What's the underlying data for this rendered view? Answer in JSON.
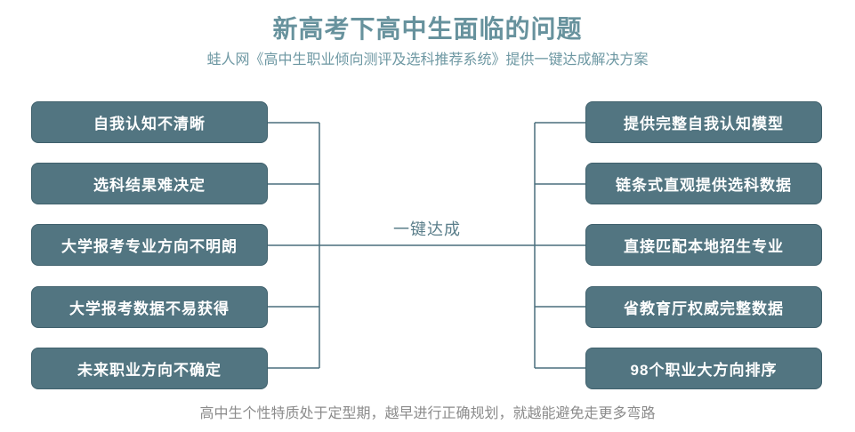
{
  "header": {
    "title": "新高考下高中生面临的问题",
    "subtitle": "蛙人网《高中生职业倾向测评及选科推荐系统》提供一键达成解决方案"
  },
  "diagram": {
    "center_label": "一键达成",
    "problems": [
      "自我认知不清晰",
      "选科结果难决定",
      "大学报考专业方向不明朗",
      "大学报考数据不易获得",
      "未来职业方向不确定"
    ],
    "solutions": [
      "提供完整自我认知模型",
      "链条式直观提供选科数据",
      "直接匹配本地招生专业",
      "省教育厅权威完整数据",
      "98个职业大方向排序"
    ]
  },
  "footer": {
    "note": "高中生个性特质处于定型期，越早进行正确规划，就越能避免走更多弯路"
  },
  "colors": {
    "background": "#ffffff",
    "box_fill": "#527581",
    "box_border": "#3f606c",
    "box_text": "#ffffff",
    "line": "#4a6f7d",
    "title": "#67929d",
    "subtitle": "#6e98a3",
    "center_label": "#5a7e8a",
    "footnote": "#8b8b8b"
  }
}
